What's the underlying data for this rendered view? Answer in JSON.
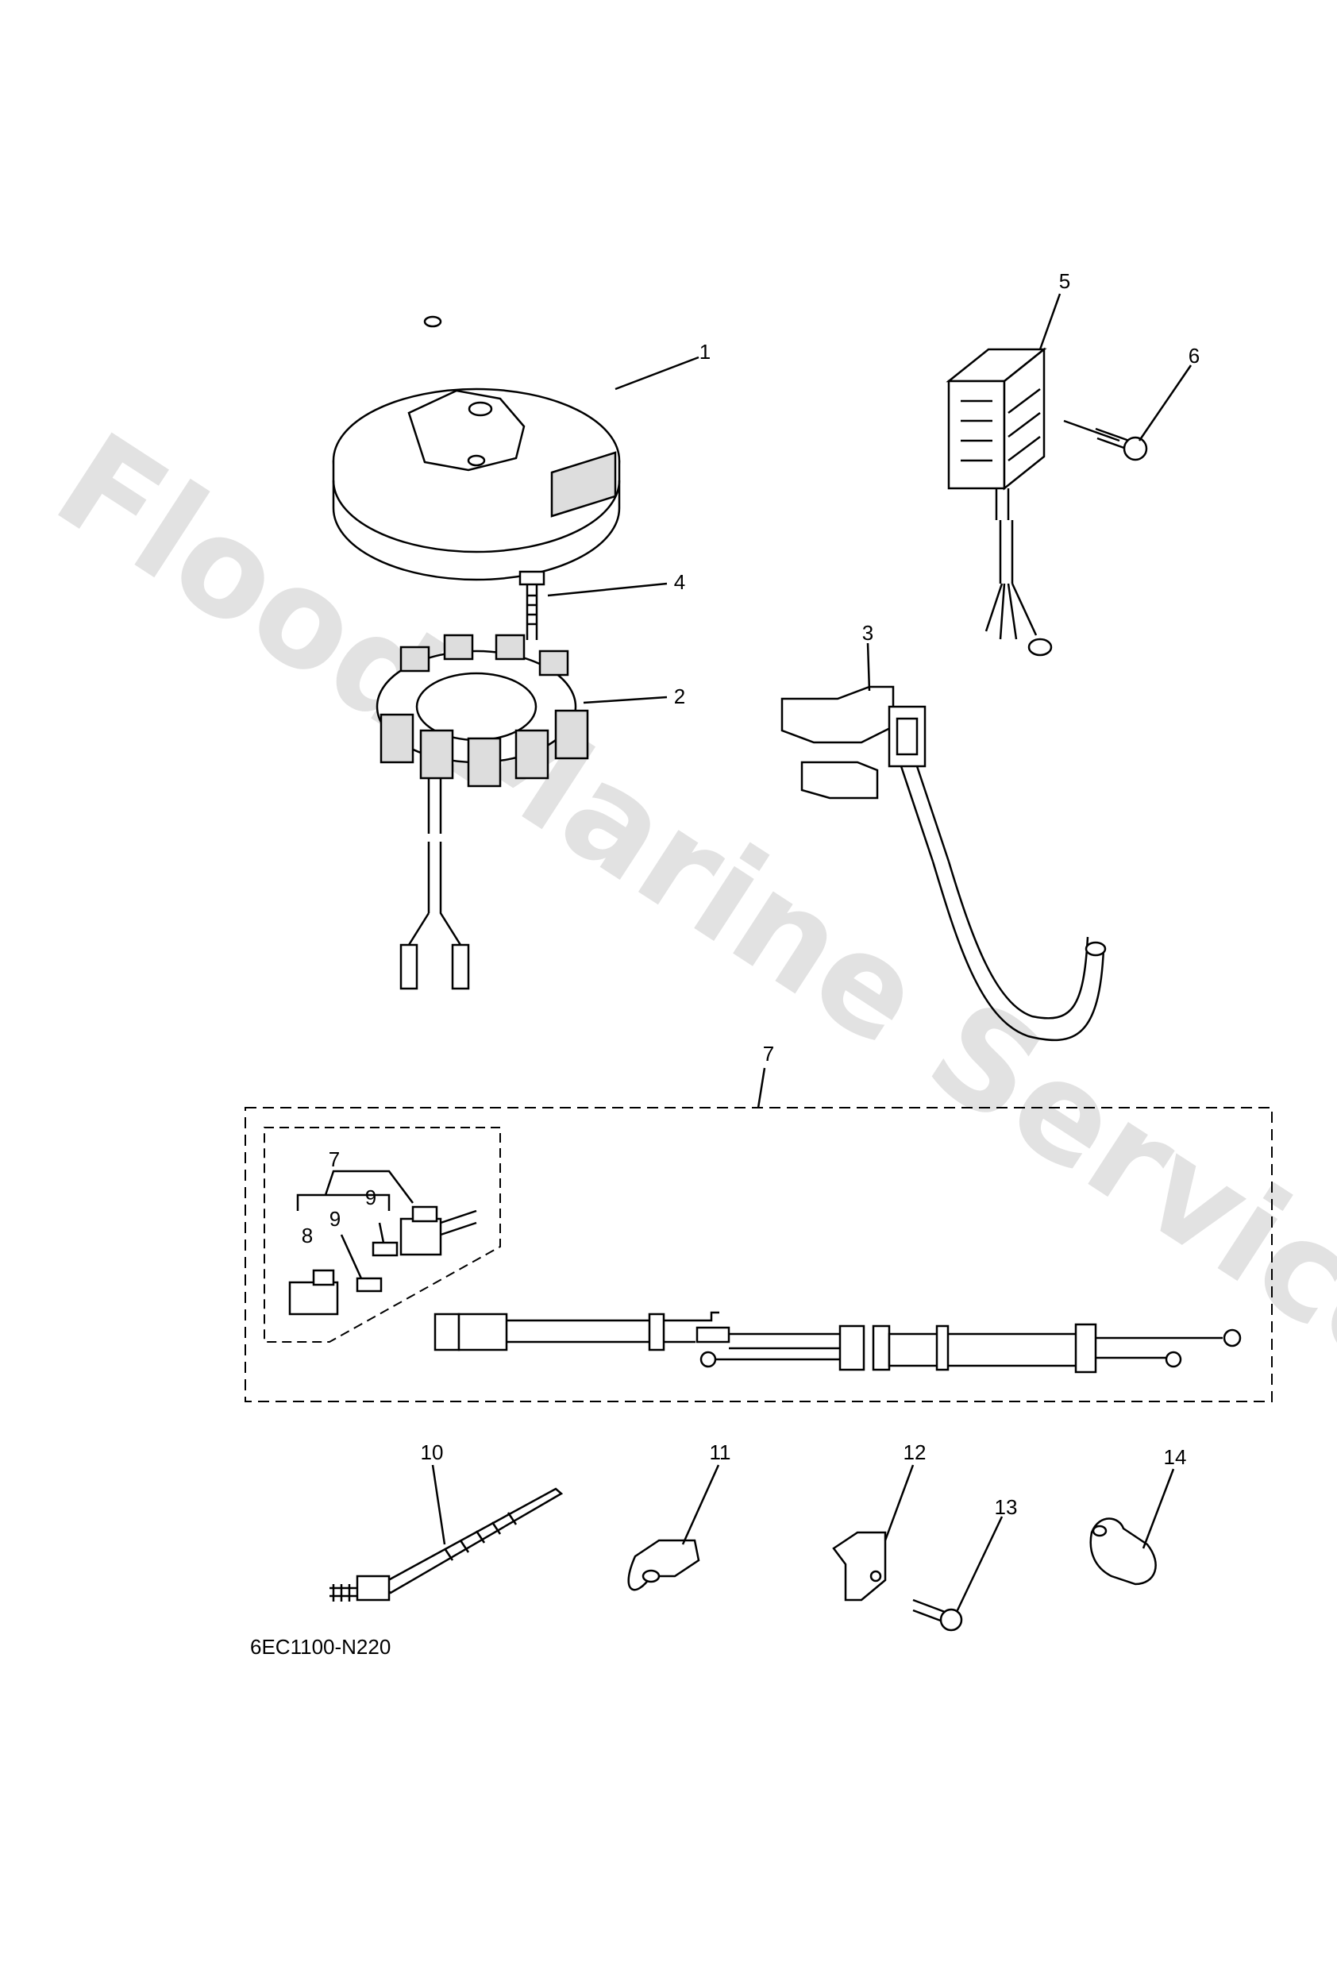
{
  "diagram": {
    "code": "6EC1100-N220",
    "watermark": "Flood Marine Services",
    "callouts": {
      "c1": "1",
      "c2": "2",
      "c3": "3",
      "c4": "4",
      "c5": "5",
      "c6": "6",
      "c7": "7",
      "c7b": "7",
      "c8": "8",
      "c9a": "9",
      "c9b": "9",
      "c10": "10",
      "c11": "11",
      "c12": "12",
      "c13": "13",
      "c14": "14"
    }
  }
}
